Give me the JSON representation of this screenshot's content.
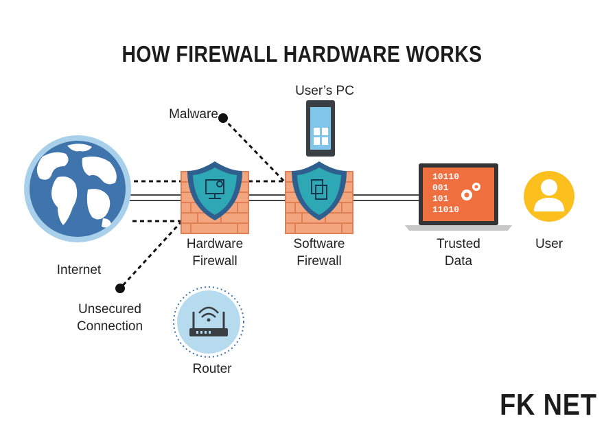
{
  "title": "HOW FIREWALL HARDWARE WORKS",
  "nodes": {
    "users_pc": "User’s PC",
    "malware": "Malware",
    "internet": "Internet",
    "hardware_firewall": [
      "Hardware",
      "Firewall"
    ],
    "software_firewall": [
      "Software",
      "Firewall"
    ],
    "trusted_data": [
      "Trusted",
      "Data"
    ],
    "user": "User",
    "unsecured_connection": [
      "Unsecured",
      "Connection"
    ],
    "router": "Router"
  },
  "screen_code": [
    "10110",
    "001",
    "101",
    "11010"
  ],
  "brand": "FK NET",
  "colors": {
    "globe": "#3f74ad",
    "globe_ring": "#a9d0ea",
    "brick": "#f3a57e",
    "brick_line": "#e07f55",
    "shield": "#2e5f8e",
    "shield_inner": "#2fa8b6",
    "laptop_screen": "#ef6f3e",
    "user_circle": "#fbbf1e",
    "router_circle": "#b6dbef"
  }
}
